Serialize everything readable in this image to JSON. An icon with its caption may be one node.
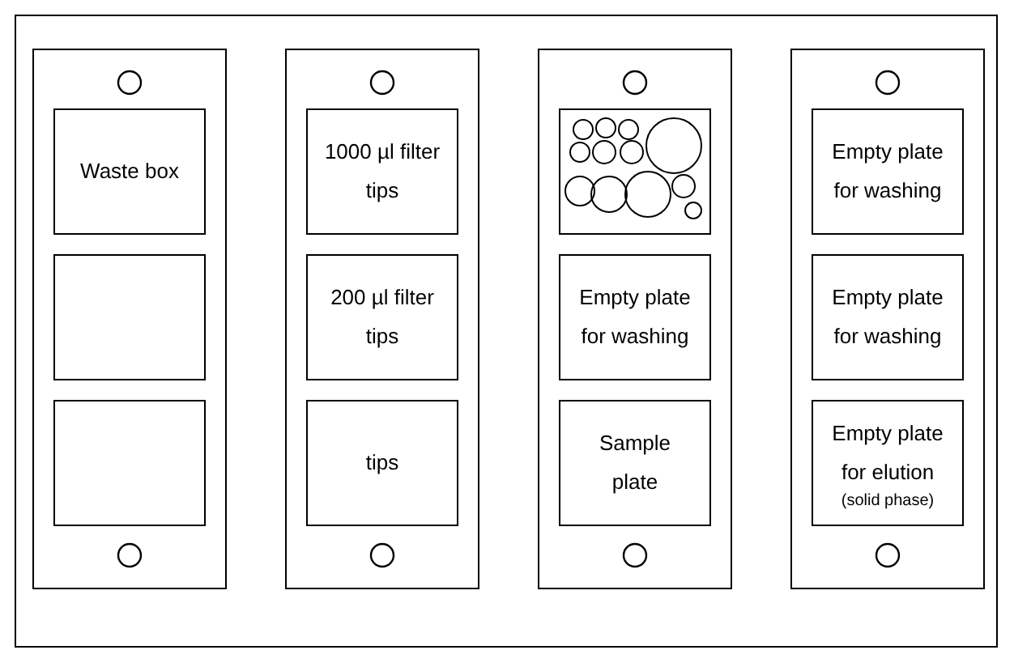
{
  "diagram": {
    "nodes": [
      {
        "text": [],
        "shape": "box"
      },
      {
        "text": [
          "Waste box"
        ],
        "in": 0
      },
      {
        "text": [],
        "shape": "box",
        "in": 0
      },
      {
        "text": [],
        "shape": "box",
        "in": 0
      },
      {
        "text": [],
        "shape": "box"
      },
      {
        "text": [
          "1000 µl filter tips"
        ],
        "in": 4
      },
      {
        "text": [
          "200 µl filter tips"
        ],
        "in": 4
      },
      {
        "text": [
          "tips"
        ],
        "in": 4
      },
      {
        "text": [],
        "shape": "box"
      },
      {
        "text": [],
        "shape": "picture",
        "in": 8
      },
      {
        "text": [
          "Empty plate for washing"
        ],
        "in": 8
      },
      {
        "text": [
          "Sample plate"
        ],
        "in": 8
      },
      {
        "text": [],
        "shape": "box"
      },
      {
        "text": [
          "Empty plate for washing"
        ],
        "in": 12
      },
      {
        "text": [
          "Empty plate for washing"
        ],
        "in": 12
      },
      {
        "text": [
          "Empty plate for elution",
          "(solid phase)"
        ],
        "in": 12
      }
    ]
  }
}
